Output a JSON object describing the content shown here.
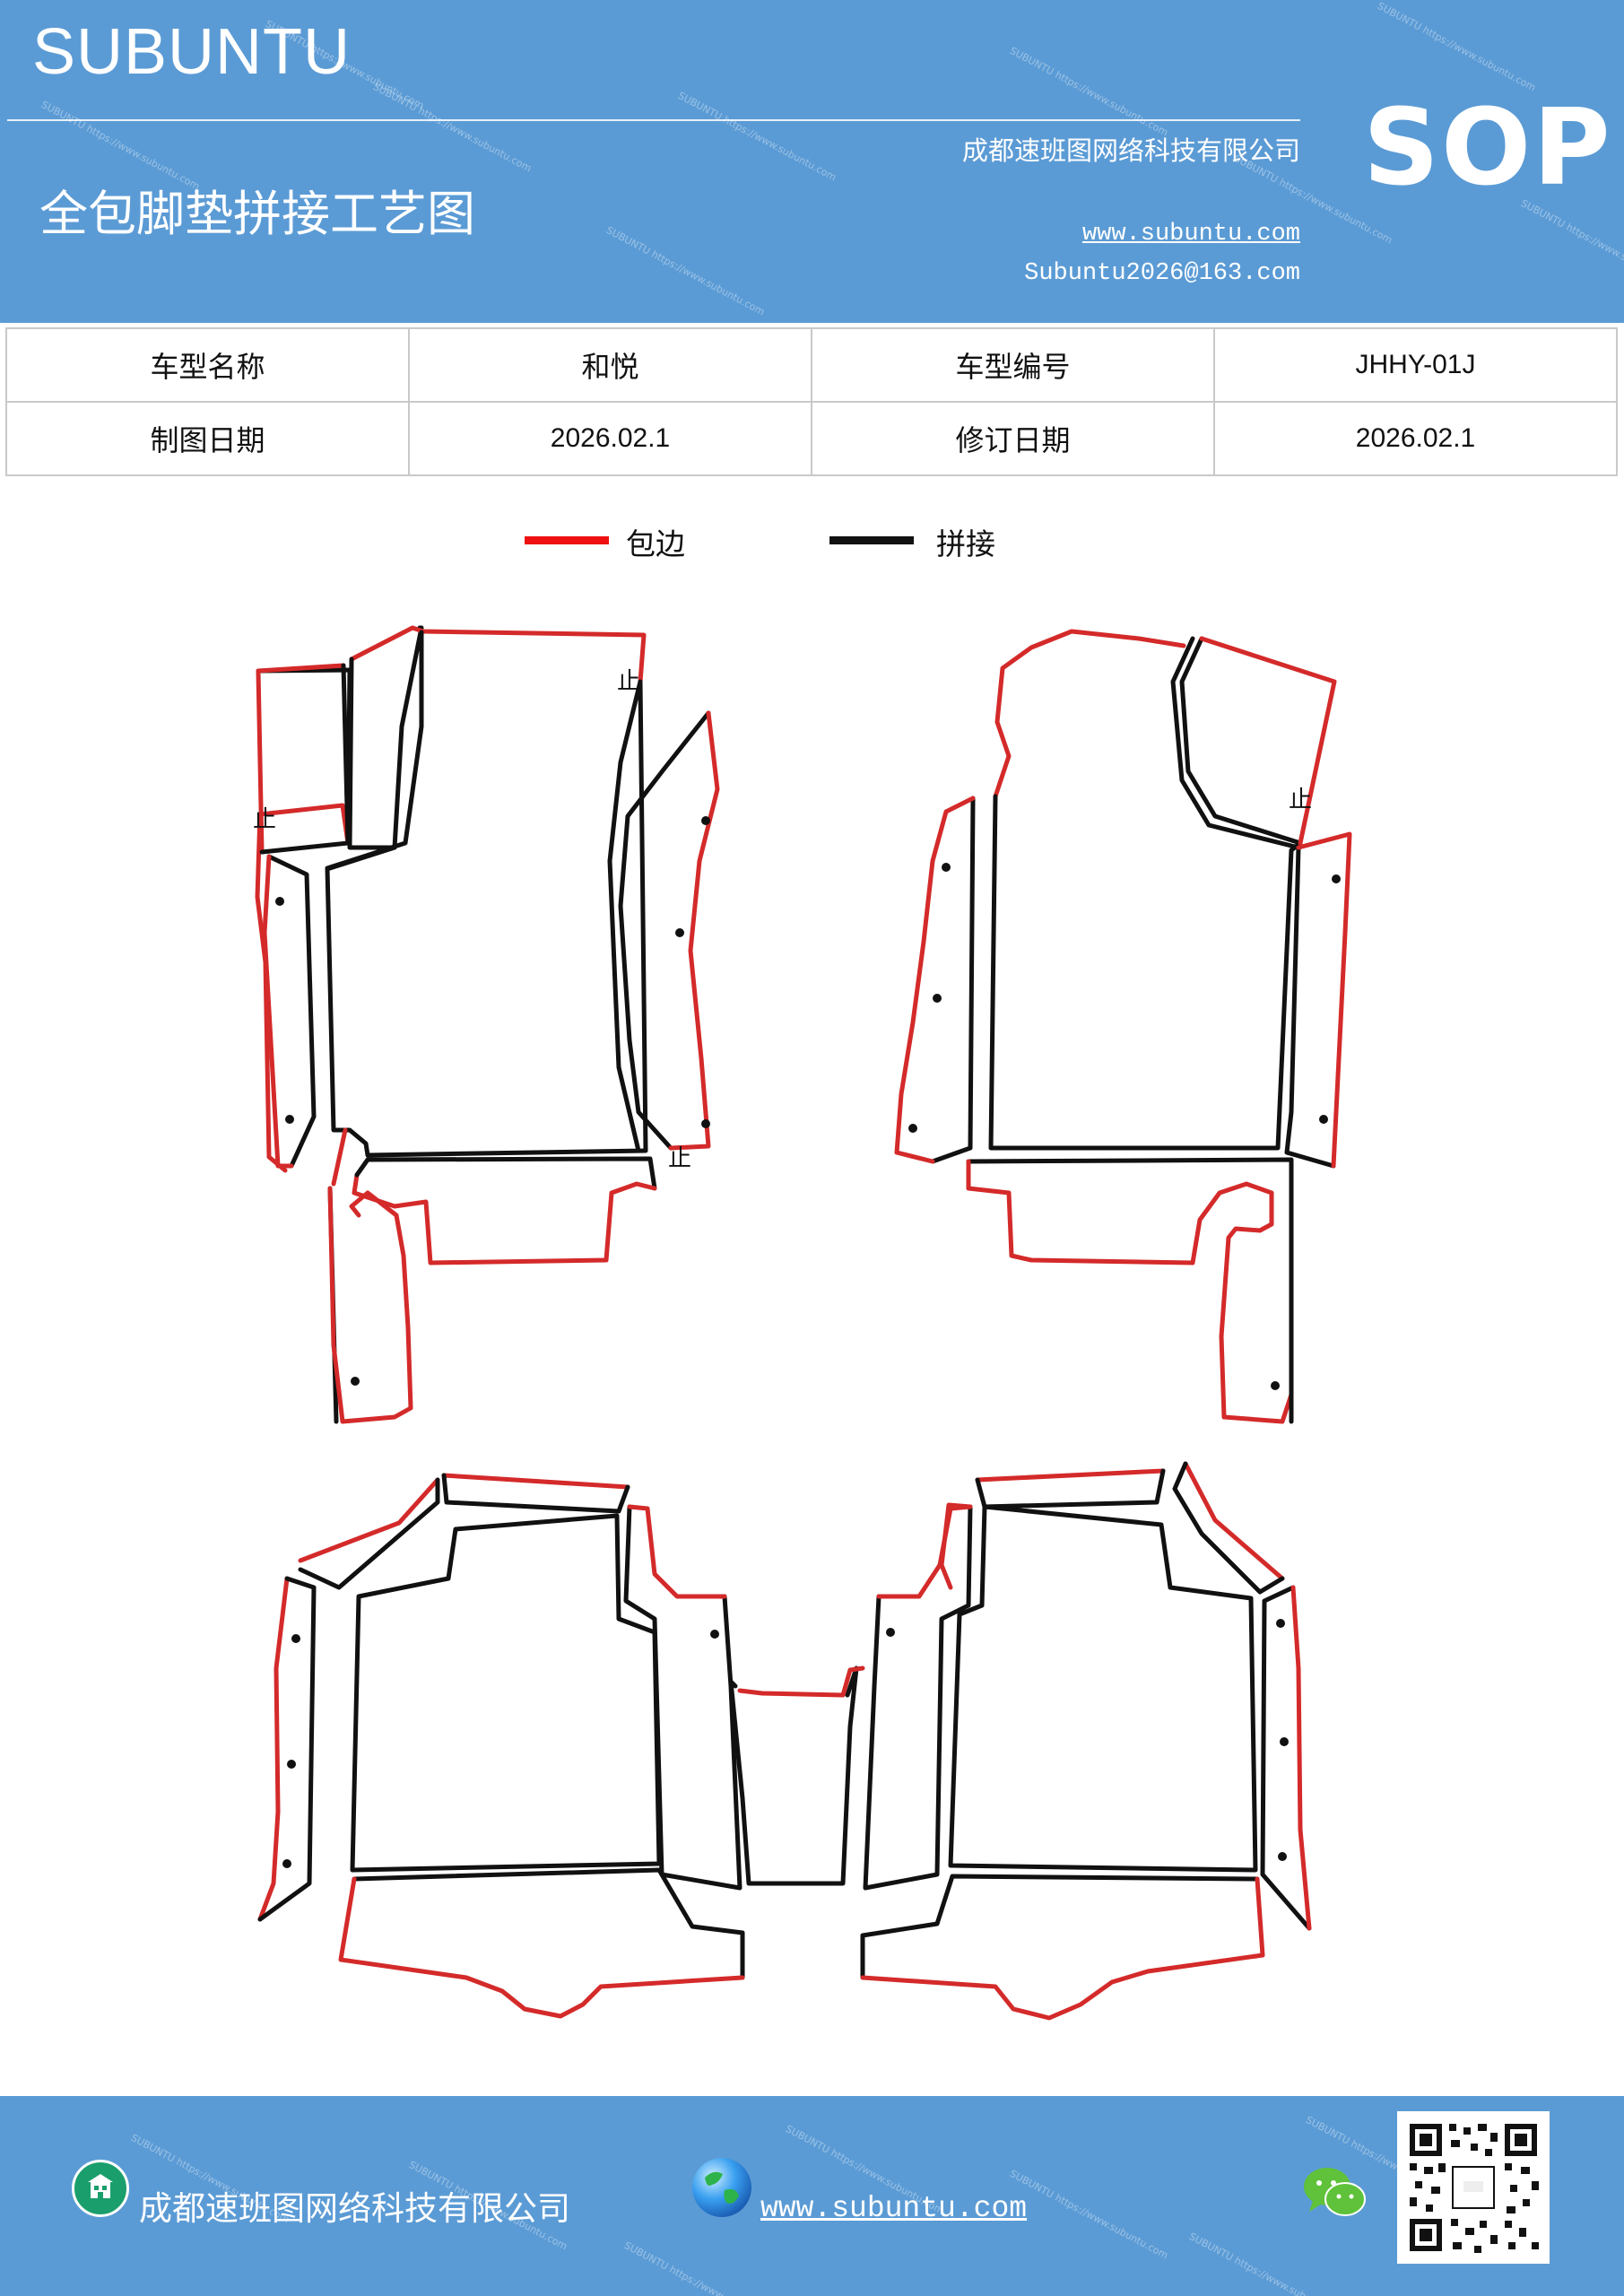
{
  "header": {
    "brand": "SUBUNTU",
    "title": "全包脚垫拼接工艺图",
    "company": "成都速班图网络科技有限公司",
    "website": "www.subuntu.com",
    "email": "Subuntu2026@163.com",
    "badge": "SOP"
  },
  "info_table": {
    "rows": [
      {
        "label1": "车型名称",
        "value1": "和悦",
        "label2": "车型编号",
        "value2": "JHHY-01J"
      },
      {
        "label1": "制图日期",
        "value1": "2026.02.1",
        "label2": "修订日期",
        "value2": "2026.02.1"
      }
    ]
  },
  "legend": {
    "items": [
      {
        "label": "包边",
        "color": "#ee1111"
      },
      {
        "label": "拼接",
        "color": "#111111"
      }
    ]
  },
  "diagram": {
    "stop_mark": "止",
    "edge_color": "#d42a2a",
    "seam_color": "#111111"
  },
  "footer": {
    "company": "成都速班图网络科技有限公司",
    "website": "www.subuntu.com",
    "company_icon": "building-icon",
    "website_icon": "globe-icon",
    "wechat_icon": "wechat-icon"
  },
  "watermark": "SUBUNTU https://www.subuntu.com"
}
